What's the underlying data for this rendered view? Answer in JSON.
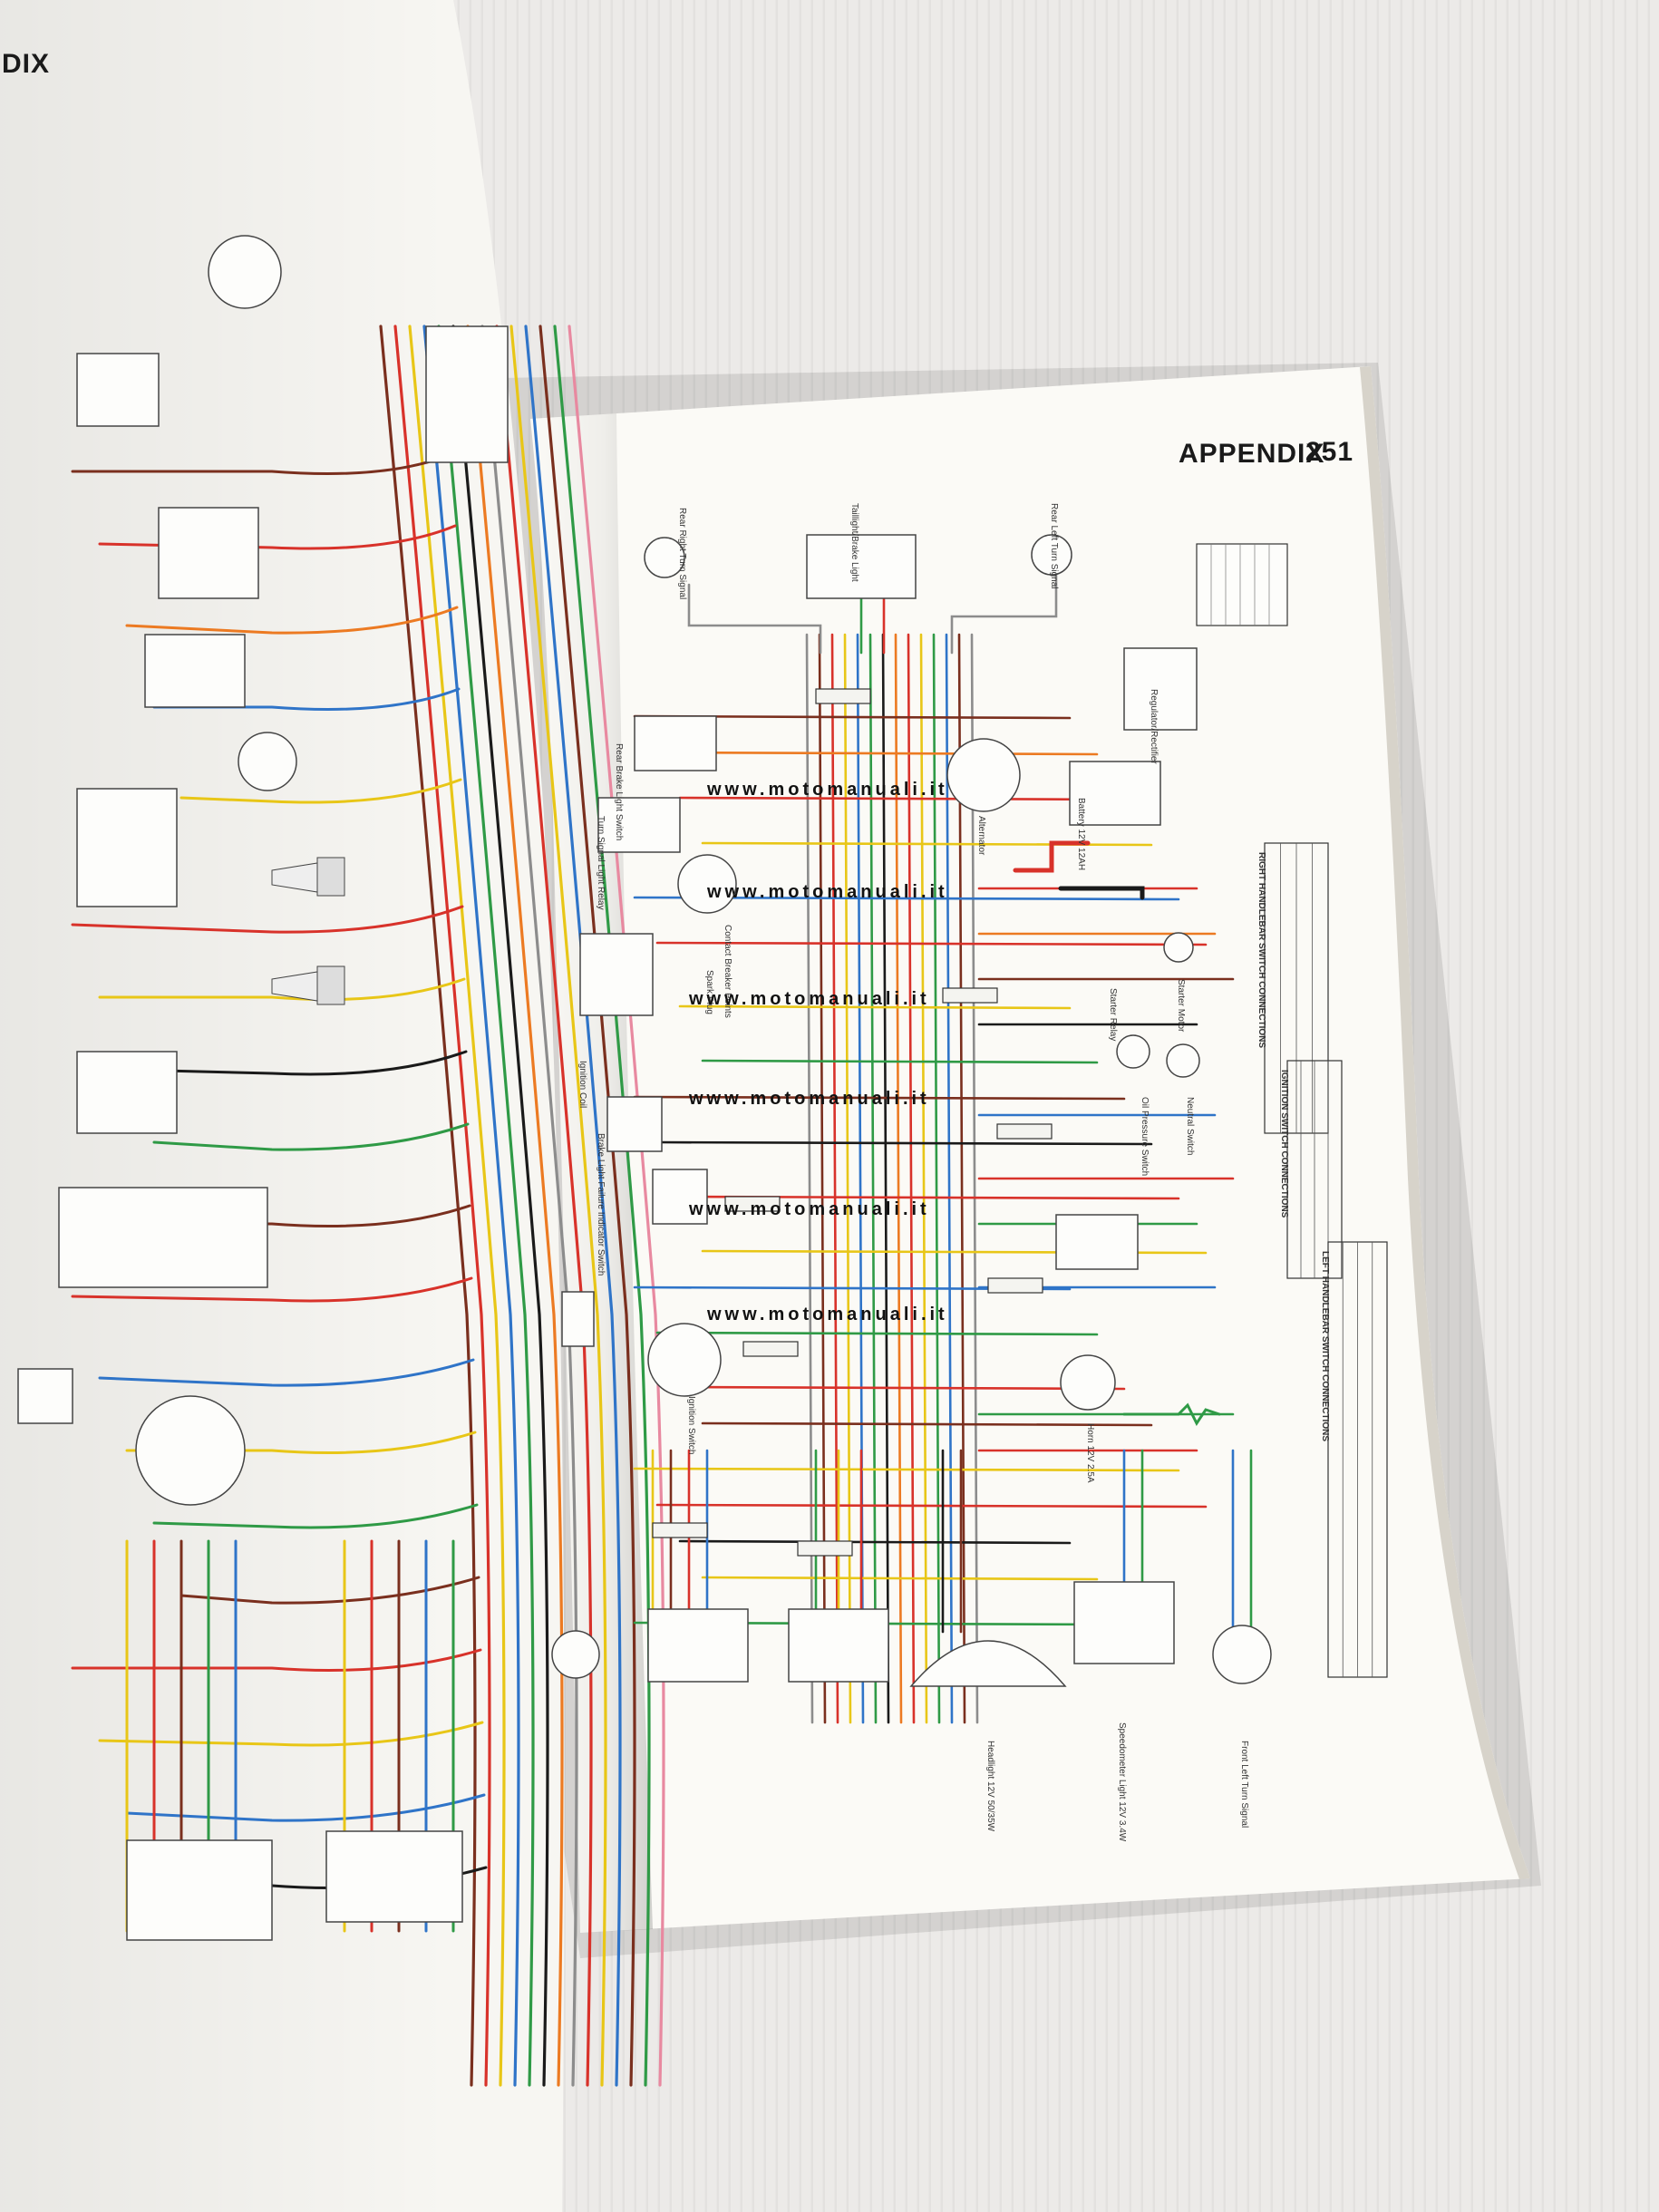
{
  "left_page": {
    "header_fragment": "DIX"
  },
  "right_page": {
    "header": "APPENDIX",
    "page_number": "251",
    "component_labels": [
      "Rear Right Turn Signal",
      "Taillight/Brake Light",
      "Rear Left Turn Signal",
      "Rear Brake Light Switch",
      "Turn Signal Light Relay",
      "Alternator",
      "Regulator/Rectifier",
      "Battery 12V 12AH",
      "Contact Breaker Points",
      "Starter Relay",
      "Starter Motor",
      "Ignition Coil",
      "Spark Plug",
      "Brake Light Failure Indicator Switch",
      "Neutral Switch",
      "Oil Pressure Switch",
      "Ignition Switch",
      "Horn 12V 2.5A",
      "Headlight 12V 50/35W",
      "Speedometer Light 12V 3.4W",
      "Front Left Turn Signal"
    ],
    "tables": [
      "RIGHT HANDLEBAR SWITCH CONNECTIONS",
      "IGNITION SWITCH CONNECTIONS",
      "LEFT HANDLEBAR SWITCH CONNECTIONS"
    ]
  },
  "watermarks": [
    "www.motomanuali.it",
    "www.motomanuali.it",
    "www.motomanuali.it",
    "www.motomanuali.it",
    "www.motomanuali.it",
    "www.motomanuali.it"
  ],
  "wire_colors": {
    "red": "#d8322a",
    "yellow": "#e8c617",
    "blue": "#2f74c8",
    "green": "#2f9a46",
    "brown": "#7a2f1e",
    "black": "#1a1a1a",
    "orange": "#ec7a22",
    "gray": "#8c8c8c",
    "pink": "#e889a0"
  }
}
